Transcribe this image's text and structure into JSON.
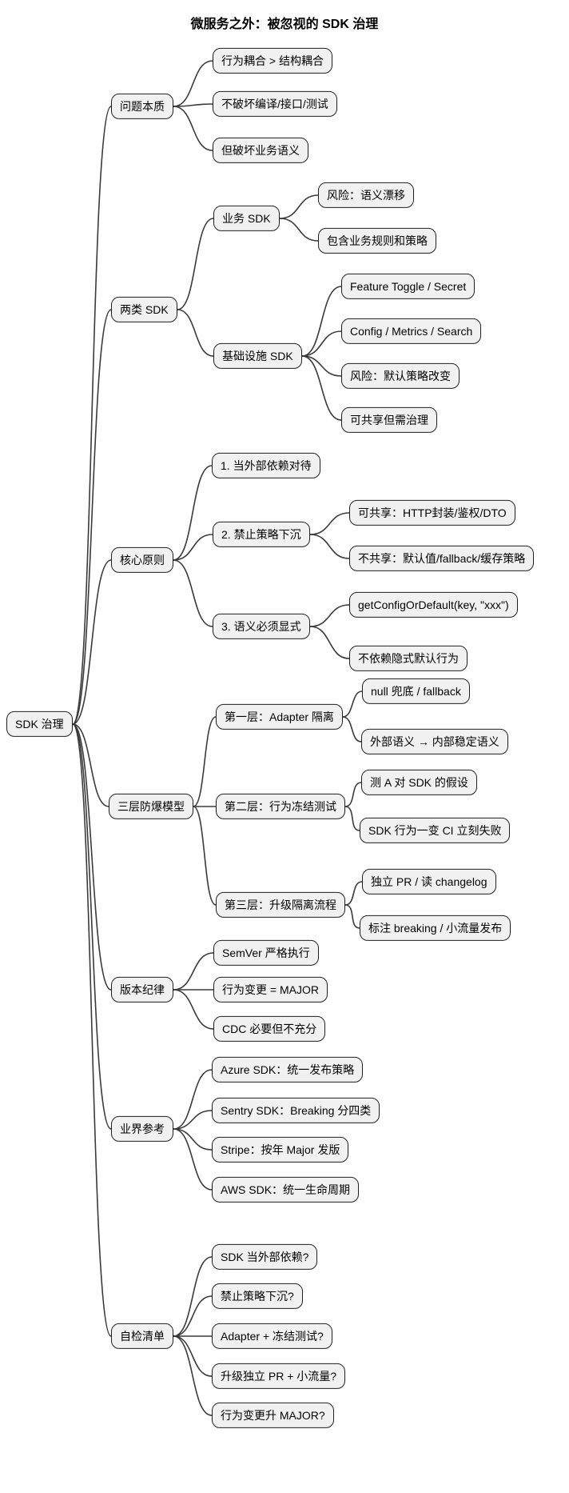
{
  "mindmap": {
    "title": "微服务之外：被忽视的 SDK 治理",
    "root": {
      "label": "SDK 治理"
    },
    "branches": [
      {
        "label": "问题本质",
        "children": [
          {
            "label": "行为耦合 > 结构耦合"
          },
          {
            "label": "不破坏编译/接口/测试"
          },
          {
            "label": "但破坏业务语义"
          }
        ]
      },
      {
        "label": "两类 SDK",
        "children": [
          {
            "label": "业务 SDK",
            "children": [
              {
                "label": "风险：语义漂移"
              },
              {
                "label": "包含业务规则和策略"
              }
            ]
          },
          {
            "label": "基础设施 SDK",
            "children": [
              {
                "label": "Feature Toggle / Secret"
              },
              {
                "label": "Config / Metrics / Search"
              },
              {
                "label": "风险：默认策略改变"
              },
              {
                "label": "可共享但需治理"
              }
            ]
          }
        ]
      },
      {
        "label": "核心原则",
        "children": [
          {
            "label": "1. 当外部依赖对待"
          },
          {
            "label": "2. 禁止策略下沉",
            "children": [
              {
                "label": "可共享：HTTP封装/鉴权/DTO"
              },
              {
                "label": "不共享：默认值/fallback/缓存策略"
              }
            ]
          },
          {
            "label": "3. 语义必须显式",
            "children": [
              {
                "label": "getConfigOrDefault(key, \"xxx\")"
              },
              {
                "label": "不依赖隐式默认行为"
              }
            ]
          }
        ]
      },
      {
        "label": "三层防爆模型",
        "children": [
          {
            "label": "第一层：Adapter 隔离",
            "children": [
              {
                "label": "null 兜底 / fallback"
              },
              {
                "label": "外部语义 → 内部稳定语义"
              }
            ]
          },
          {
            "label": "第二层：行为冻结测试",
            "children": [
              {
                "label": "测 A 对 SDK 的假设"
              },
              {
                "label": "SDK 行为一变 CI 立刻失败"
              }
            ]
          },
          {
            "label": "第三层：升级隔离流程",
            "children": [
              {
                "label": "独立 PR / 读 changelog"
              },
              {
                "label": "标注 breaking / 小流量发布"
              }
            ]
          }
        ]
      },
      {
        "label": "版本纪律",
        "children": [
          {
            "label": "SemVer 严格执行"
          },
          {
            "label": "行为变更 = MAJOR"
          },
          {
            "label": "CDC 必要但不充分"
          }
        ]
      },
      {
        "label": "业界参考",
        "children": [
          {
            "label": "Azure SDK：统一发布策略"
          },
          {
            "label": "Sentry SDK：Breaking 分四类"
          },
          {
            "label": "Stripe：按年 Major 发版"
          },
          {
            "label": "AWS SDK：统一生命周期"
          }
        ]
      },
      {
        "label": "自检清单",
        "children": [
          {
            "label": "SDK 当外部依赖?"
          },
          {
            "label": "禁止策略下沉?"
          },
          {
            "label": "Adapter + 冻结测试?"
          },
          {
            "label": "升级独立 PR + 小流量?"
          },
          {
            "label": "行为变更升 MAJOR?"
          }
        ]
      }
    ],
    "colors": {
      "background": "#ffffff",
      "node_fill": "#f1f1f1",
      "node_border": "#1f1f1f",
      "connector": "#3a3a3a",
      "text": "#000000"
    }
  }
}
